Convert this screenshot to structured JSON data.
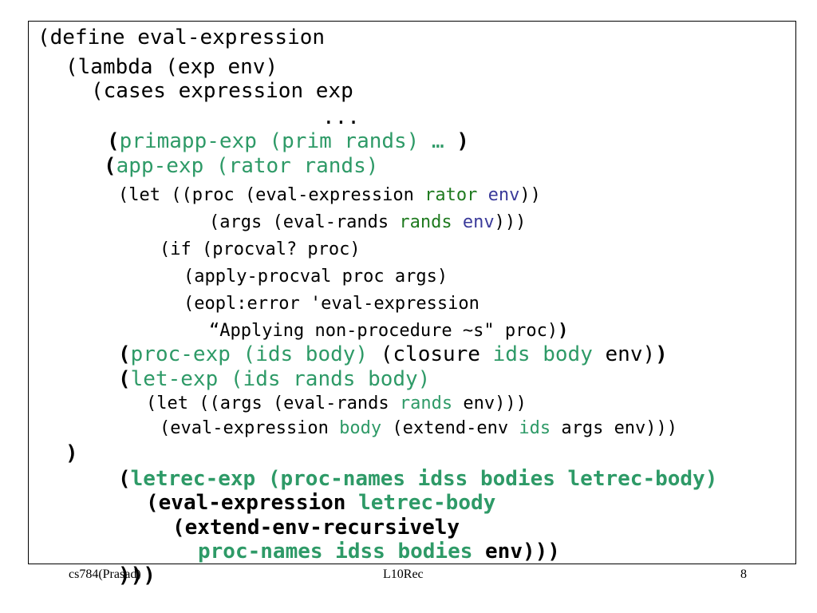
{
  "slide": {
    "lines": [
      {
        "id": "l1",
        "segs": [
          "(define eval-expression"
        ]
      },
      {
        "id": "l2",
        "segs": [
          "(lambda (exp env)"
        ]
      },
      {
        "id": "l3",
        "segs": [
          "(cases expression exp"
        ]
      },
      {
        "id": "l4",
        "segs": [
          "..."
        ]
      },
      {
        "id": "l5",
        "segs": [
          "(",
          "primapp-exp (prim rands) … ",
          ")"
        ]
      },
      {
        "id": "l6",
        "segs": [
          "(",
          "app-exp (rator rands)"
        ]
      },
      {
        "id": "l7",
        "segs": [
          "(let ((proc (eval-expression ",
          "rator",
          " ",
          "env",
          "))"
        ]
      },
      {
        "id": "l8",
        "segs": [
          "(args (eval-rands ",
          "rands",
          " ",
          "env",
          ")))"
        ]
      },
      {
        "id": "l9",
        "segs": [
          "(if (procval? proc)"
        ]
      },
      {
        "id": "l10",
        "segs": [
          "(apply-procval proc args)"
        ]
      },
      {
        "id": "l11",
        "segs": [
          "(eopl:error 'eval-expression"
        ]
      },
      {
        "id": "l12",
        "segs": [
          "“Applying non-procedure ~s\" proc)",
          ")"
        ]
      },
      {
        "id": "l13",
        "segs": [
          "(",
          "proc-exp (ids body)",
          " (closure ",
          "ids body",
          " env)",
          ")"
        ]
      },
      {
        "id": "l14",
        "segs": [
          "(",
          "let-exp (ids rands body)"
        ]
      },
      {
        "id": "l15",
        "segs": [
          "(let ((args (eval-rands ",
          "rands",
          " env)))"
        ]
      },
      {
        "id": "l16",
        "segs": [
          "(eval-expression ",
          "body",
          " (extend-env ",
          "ids",
          " args env)))"
        ]
      },
      {
        "id": "l17",
        "segs": [
          ")"
        ]
      },
      {
        "id": "l18",
        "segs": [
          "(",
          "letrec-exp (proc-names idss bodies letrec-body)"
        ]
      },
      {
        "id": "l19",
        "segs": [
          "(eval-expression ",
          "letrec-body"
        ]
      },
      {
        "id": "l20",
        "segs": [
          "(extend-env-recursively"
        ]
      },
      {
        "id": "l21",
        "segs": [
          "proc-names idss bodies",
          " env)))"
        ]
      },
      {
        "id": "l22",
        "segs": [
          ")))"
        ]
      }
    ]
  },
  "footer": {
    "left": "cs784(Prasad)",
    "center": "L10Rec",
    "right": "8"
  },
  "colors": {
    "keyword_green": "#2e9a67",
    "var_green": "#1f7a1f",
    "env_blue": "#3a3a9a",
    "text": "#000000",
    "border": "#000000"
  }
}
